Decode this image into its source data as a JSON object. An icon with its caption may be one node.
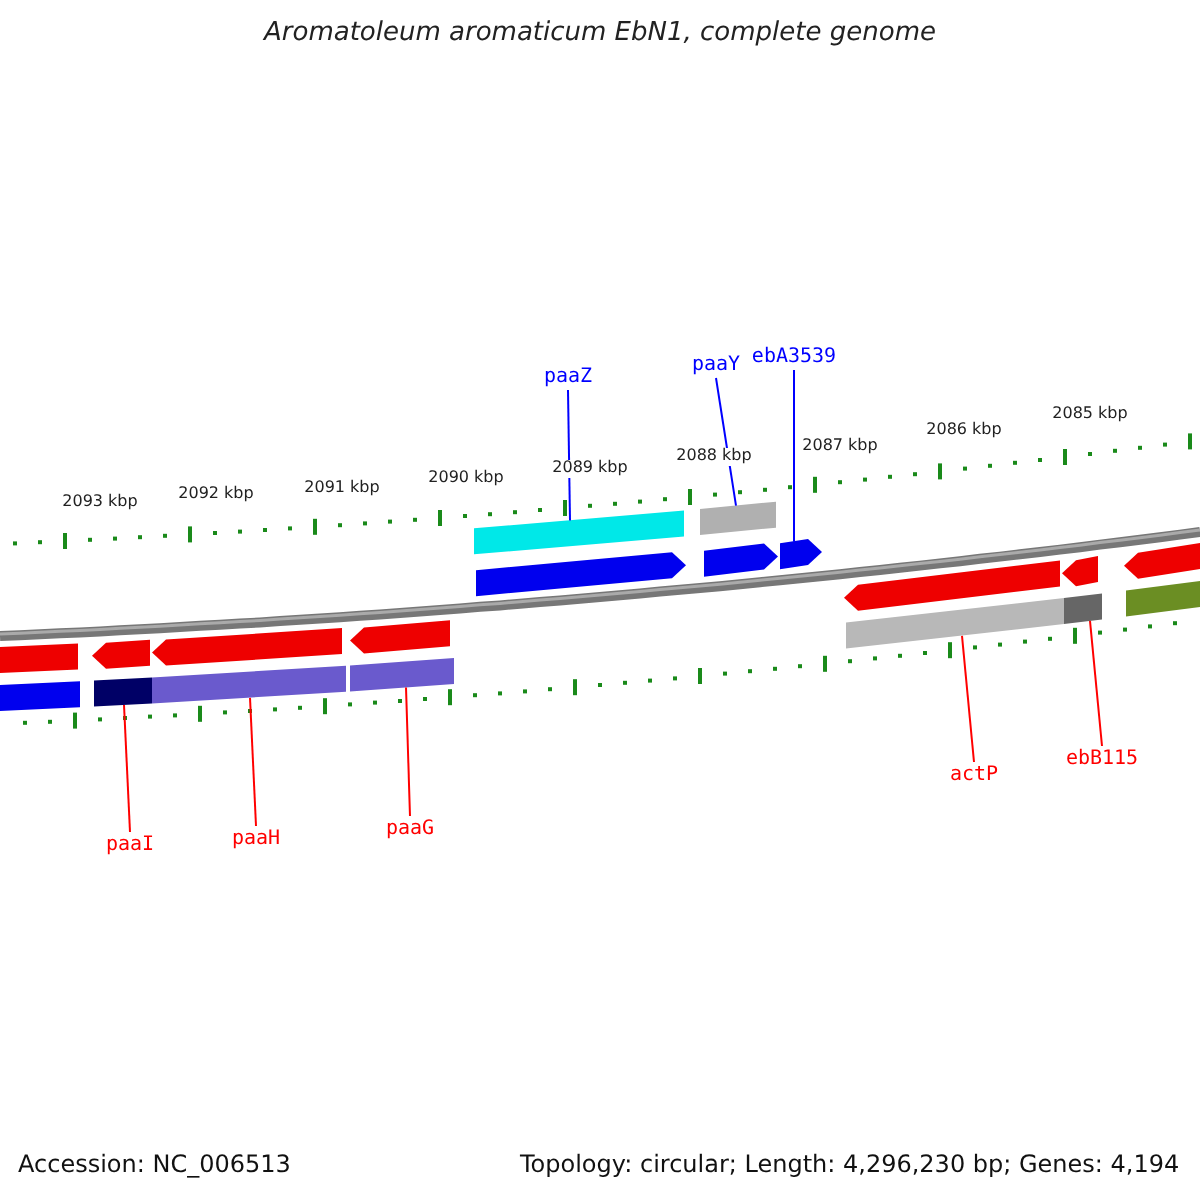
{
  "diagram": {
    "title": "Aromatoleum aromaticum EbN1, complete genome",
    "nodes": [
      {
        "text": [
          "paaZ"
        ]
      },
      {
        "text": [
          "paaY"
        ]
      },
      {
        "text": [
          "ebA3539"
        ]
      },
      {
        "text": [
          "paaI"
        ]
      },
      {
        "text": [
          "paaH"
        ]
      },
      {
        "text": [
          "paaG"
        ]
      },
      {
        "text": [
          "actP"
        ]
      },
      {
        "text": [
          "ebB115"
        ]
      },
      {
        "text": [],
        "shape": "bar"
      },
      {
        "text": [],
        "shape": "bar"
      },
      {
        "text": [],
        "shape": "arrow"
      },
      {
        "text": [],
        "shape": "bar"
      },
      {
        "text": [],
        "shape": "arrow"
      },
      {
        "text": [],
        "shape": "bar"
      },
      {
        "text": [],
        "shape": "arrow"
      },
      {
        "text": [],
        "shape": "bar"
      },
      {
        "text": [],
        "shape": "bar"
      },
      {
        "text": [],
        "shape": "arrow"
      },
      {
        "text": [],
        "shape": "bar"
      },
      {
        "text": [],
        "shape": "arrow"
      },
      {
        "text": [],
        "shape": "arrow"
      },
      {
        "text": [],
        "shape": "arrow"
      },
      {
        "text": [],
        "shape": "bar"
      },
      {
        "text": [],
        "shape": "arrow"
      },
      {
        "text": [],
        "shape": "bar"
      },
      {
        "text": [],
        "shape": "arrow"
      },
      {
        "text": [],
        "shape": "bar"
      }
    ],
    "edges": [
      {
        "from": 0,
        "to": 16,
        "arrow": "none",
        "color": "#0000ff"
      },
      {
        "from": 1,
        "to": 18,
        "arrow": "none",
        "color": "#0000ff"
      },
      {
        "from": 2,
        "to": 20,
        "arrow": "none",
        "color": "#0000ff"
      },
      {
        "from": 3,
        "to": 11,
        "arrow": "none"
      },
      {
        "from": 4,
        "to": 13,
        "arrow": "none"
      },
      {
        "from": 5,
        "to": 15,
        "arrow": "none"
      },
      {
        "from": 6,
        "to": 22,
        "arrow": "none"
      },
      {
        "from": 7,
        "to": 24,
        "arrow": "none"
      }
    ],
    "labels": [
      "2093 kbp",
      "2092 kbp",
      "2091 kbp",
      "2090 kbp",
      "2089 kbp",
      "2088 kbp",
      "2087 kbp",
      "2086 kbp",
      "2085 kbp",
      "Accession: NC_006513",
      "Topology: circular; Length: 4,296,230 bp; Genes: 4,194"
    ]
  }
}
